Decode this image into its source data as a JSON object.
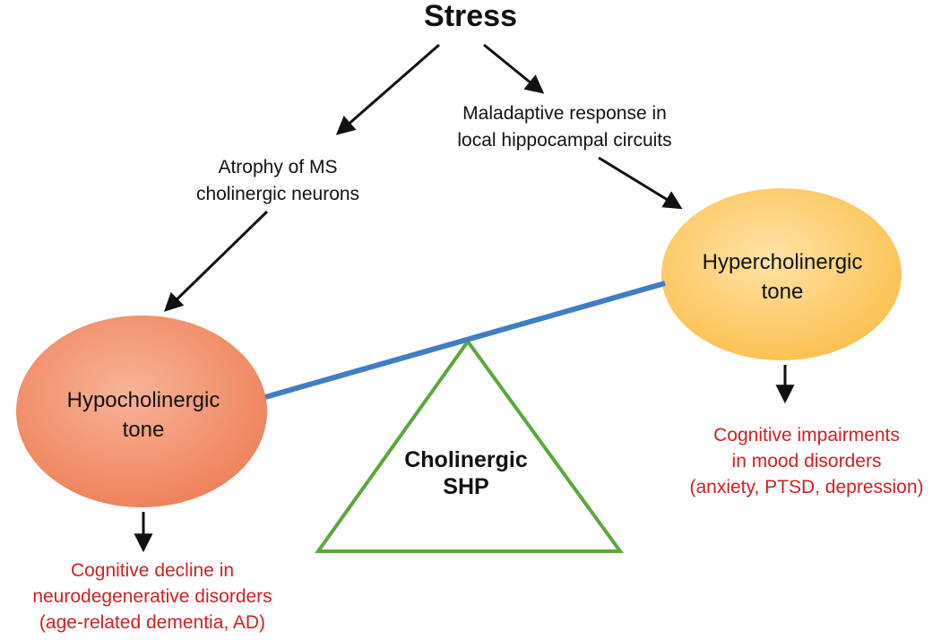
{
  "stress": "Stress",
  "maladaptive": {
    "line1": "Maladaptive response in",
    "line2": "local hippocampal circuits"
  },
  "atrophy": {
    "line1": "Atrophy of MS",
    "line2": "cholinergic neurons"
  },
  "hyper": {
    "line1": "Hypercholinergic",
    "line2": "tone",
    "fill": "#fdc55b"
  },
  "hypo": {
    "line1": "Hypocholinergic",
    "line2": "tone",
    "fill": "#f28a66"
  },
  "shp": {
    "line1": "Cholinergic",
    "line2": "SHP",
    "stroke": "#5aa83c"
  },
  "mood": {
    "line1": "Cognitive impairments",
    "line2": "in mood disorders",
    "line3": "(anxiety, PTSD, depression)"
  },
  "decline": {
    "line1": "Cognitive decline in",
    "line2": "neurodegenerative disorders",
    "line3": "(age-related dementia, AD)"
  },
  "colors": {
    "beam": "#3f7ec4",
    "outcome_text": "#d42020",
    "arrow": "#111111"
  }
}
